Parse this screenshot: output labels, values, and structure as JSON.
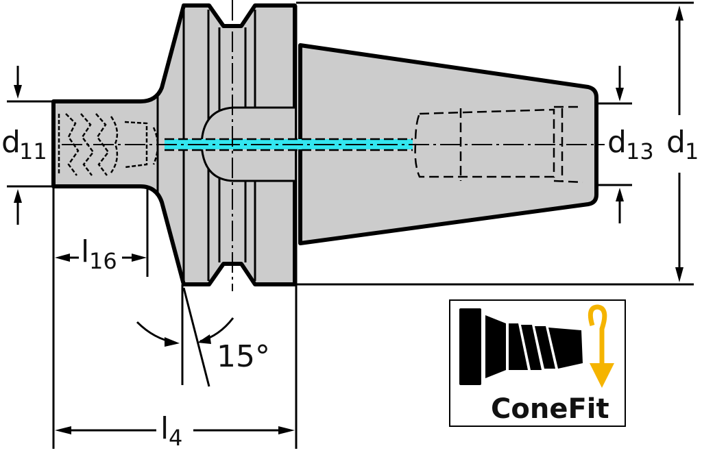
{
  "drawing": {
    "title": "ConeFit adapter technical drawing",
    "colors": {
      "body_fill": "#cccccc",
      "outline": "#000000",
      "coolant": "#33e6f0",
      "logo_arrow": "#f5b400",
      "background": "#ffffff"
    },
    "dimensions": {
      "d11": {
        "base": "d",
        "sub": "11"
      },
      "d13": {
        "base": "d",
        "sub": "13"
      },
      "d1": {
        "base": "d",
        "sub": "1"
      },
      "l16": {
        "base": "l",
        "sub": "16"
      },
      "l4": {
        "base": "l",
        "sub": "4"
      },
      "angle": "15°"
    },
    "logo": {
      "text": "ConeFit",
      "icon": "conefit-screw-icon",
      "arrow_icon": "rotation-arrow-icon"
    }
  }
}
